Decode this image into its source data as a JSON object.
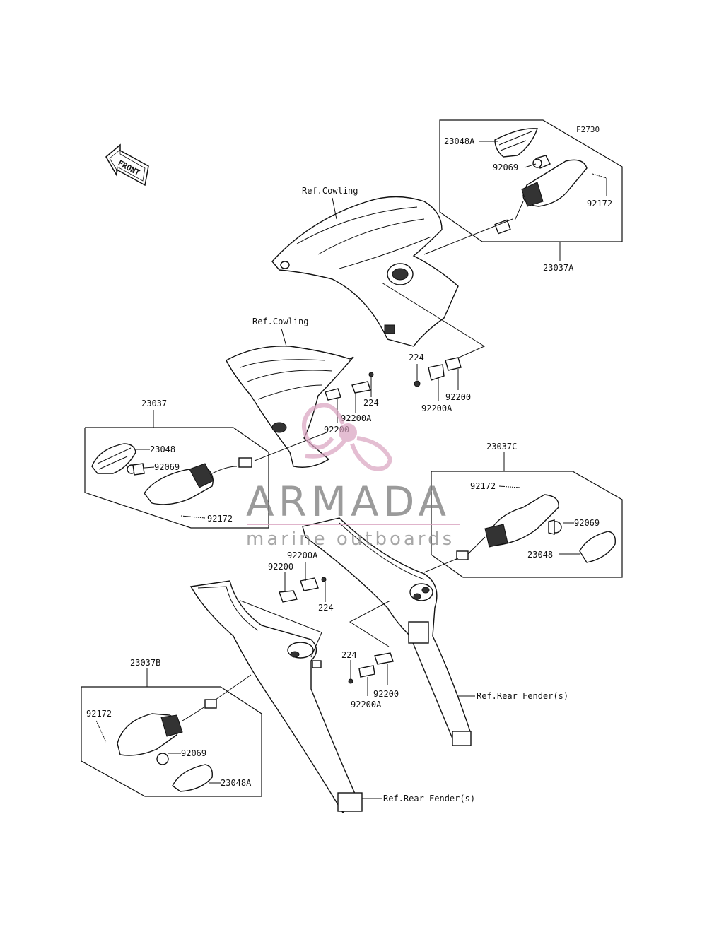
{
  "diagram_code": "F2730",
  "front_label": "FRONT",
  "refs": {
    "cowling_upper": "Ref.Cowling",
    "cowling_lower": "Ref.Cowling",
    "rear_fender_right": "Ref.Rear Fender(s)",
    "rear_fender_left": "Ref.Rear Fender(s)"
  },
  "groups": {
    "front_right": {
      "assembly": "23037A",
      "lens": "23048A",
      "bulb": "92069",
      "screw": "92172"
    },
    "front_left": {
      "assembly": "23037",
      "lens": "23048",
      "bulb": "92069",
      "screw": "92172"
    },
    "rear_right": {
      "assembly": "23037C",
      "screw": "92172",
      "bulb": "92069",
      "lens": "23048"
    },
    "rear_left": {
      "assembly": "23037B",
      "screw": "92172",
      "bulb": "92069",
      "lens": "23048A"
    }
  },
  "fasteners": {
    "upper": {
      "nut": "224",
      "plate": "92200",
      "bracket": "92200A"
    },
    "middle": {
      "nut": "224",
      "bracket": "92200A",
      "plate": "92200"
    },
    "rear_upper": {
      "plate": "92200",
      "bracket": "92200A",
      "nut": "224"
    },
    "rear_lower": {
      "nut": "224",
      "plate": "92200",
      "bracket": "92200A"
    }
  },
  "watermark": {
    "title": "ARMADA",
    "subtitle": "marine outboards",
    "color_primary": "#d9a2bf",
    "color_text": "#7a7a7a"
  }
}
